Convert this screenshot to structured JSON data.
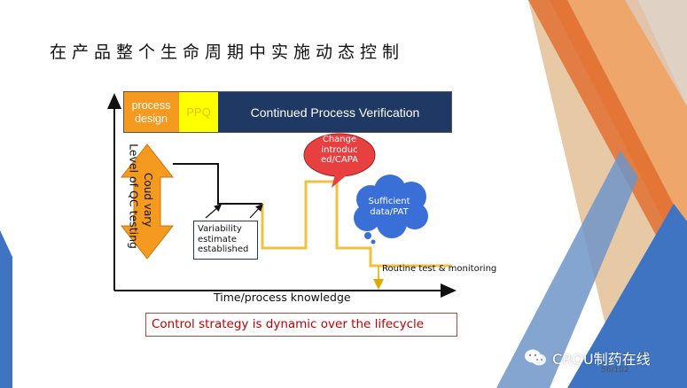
{
  "slide": {
    "title": "在产品整个生命周期中实施动态控制",
    "page_number": "56/102"
  },
  "phase_band": {
    "process_design": "process design",
    "ppq": "PPQ",
    "cpv": "Continued Process Verification"
  },
  "axes": {
    "y_label": "Level of QC testing",
    "x_label": "Time/process knowledge"
  },
  "annotations": {
    "could_vary": "Coud vary",
    "variability": "Variability estimate established",
    "change": "Change introduc ed/CAPA",
    "sufficient": "Sufficient data/PAT",
    "routine": "Routine test & monitoring"
  },
  "banner": {
    "text": "Control strategy is dynamic over the lifecycle"
  },
  "watermark": {
    "text": "CROU制药在线",
    "icon": "wechat-icon"
  },
  "colors": {
    "orange": "#f39a1f",
    "yellow": "#ffff00",
    "navy": "#1f3864",
    "line_gold": "#f0c040",
    "red_cloud": "#e84040",
    "blue_cloud": "#3a6fd8",
    "banner_text": "#c00000"
  }
}
